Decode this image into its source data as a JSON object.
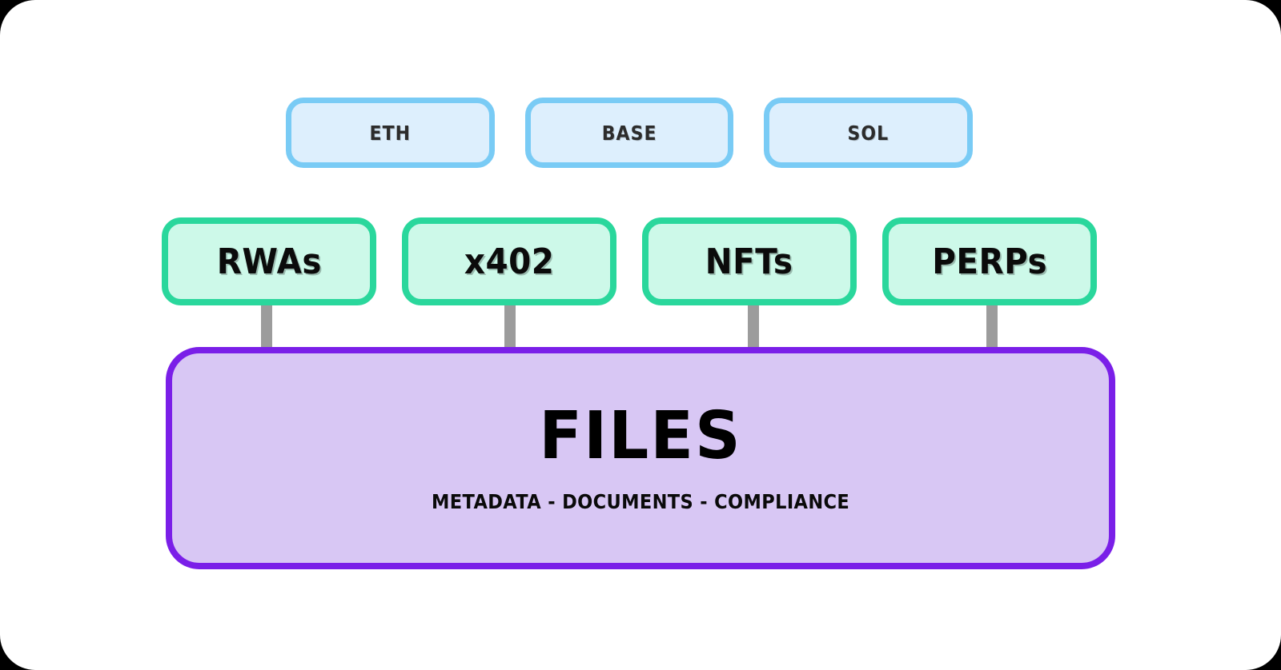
{
  "diagram": {
    "background_color": "#ffffff",
    "outer_color": "#000000",
    "chains": {
      "fill_color": "#ddeffd",
      "border_color": "#79cbf5",
      "items": [
        {
          "label": "ETH"
        },
        {
          "label": "BASE"
        },
        {
          "label": "SOL"
        }
      ]
    },
    "assets": {
      "fill_color": "#cdf9e9",
      "border_color": "#2ad79c",
      "items": [
        {
          "label": "RWAs"
        },
        {
          "label": "x402"
        },
        {
          "label": "NFTs"
        },
        {
          "label": "PERPs"
        }
      ]
    },
    "connectors": {
      "color": "#9c9c9c",
      "positions": [
        326,
        630,
        934,
        1232
      ]
    },
    "base": {
      "fill_color": "#d8c7f4",
      "border_color": "#7a1fe8",
      "title": "FILES",
      "subtitle": "METADATA - DOCUMENTS - COMPLIANCE"
    }
  }
}
